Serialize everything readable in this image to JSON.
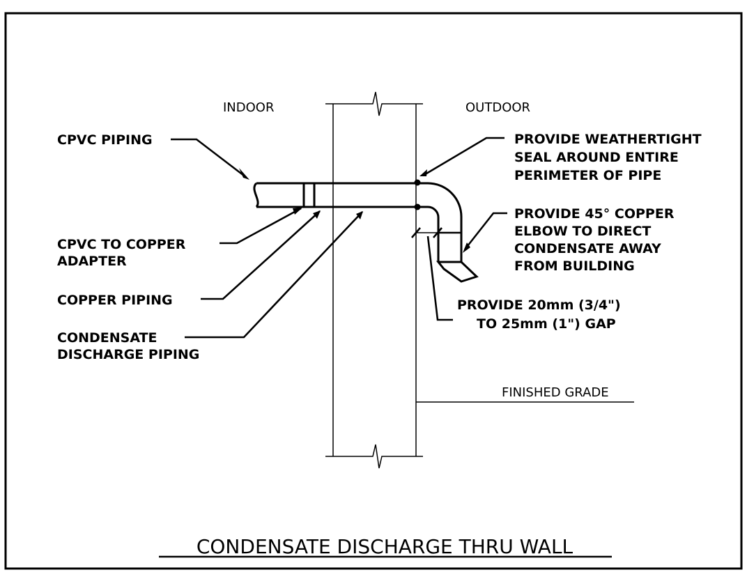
{
  "drawing": {
    "title": "CONDENSATE DISCHARGE THRU WALL",
    "zones": {
      "indoor": "INDOOR",
      "outdoor": "OUTDOOR"
    },
    "finished_grade": "FINISHED GRADE",
    "labels": {
      "cpvc_piping": "CPVC PIPING",
      "adapter": [
        "CPVC TO COPPER",
        "ADAPTER"
      ],
      "copper_piping": "COPPER PIPING",
      "discharge_piping": [
        "CONDENSATE",
        "DISCHARGE PIPING"
      ],
      "seal": [
        "PROVIDE WEATHERTIGHT",
        "SEAL AROUND ENTIRE",
        "PERIMETER OF PIPE"
      ],
      "elbow": [
        "PROVIDE 45° COPPER",
        "ELBOW TO DIRECT",
        "CONDENSATE AWAY",
        "FROM BUILDING"
      ],
      "gap": [
        "PROVIDE 20mm (3/4\")",
        "TO 25mm (1\") GAP"
      ]
    }
  }
}
